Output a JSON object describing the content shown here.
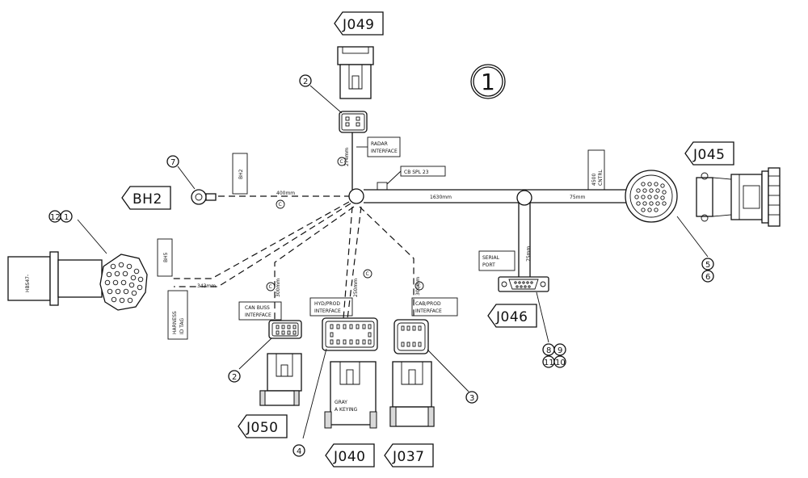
{
  "sheet_callout": "1",
  "connector_tags": {
    "j049": "J049",
    "j045": "J045",
    "j046": "J046",
    "j050": "J050",
    "j040": "J040",
    "j037": "J037",
    "bh2": "BH2"
  },
  "interface_labels": {
    "radar": [
      "RADAR",
      "INTERFACE"
    ],
    "can_buss": [
      "CAN BUSS",
      "INTERFACE"
    ],
    "hyd_prod": [
      "HYD/PROD",
      "INTERFACE"
    ],
    "cab_prod": [
      "CAB/PROD",
      "INTERFACE"
    ],
    "serial_port": [
      "SERIAL",
      "PORT"
    ],
    "harness_id_tag": [
      "HARNESS",
      "ID TAG"
    ],
    "cb_spl": "CB SPL 23",
    "cntrl": [
      "4500",
      "CNTRL"
    ],
    "gray_keying": [
      "GRAY",
      "A KEYING"
    ],
    "tag_bh2": "BH2",
    "tag_bh5": "BH5",
    "hbs": "HBS47-"
  },
  "dimensions": {
    "d400": "400mm",
    "d1630": "1630mm",
    "d75a": "75mm",
    "d75b": "75mm",
    "d343": "343mm",
    "d300a": "300mm",
    "d250": "250mm",
    "d300b": "300mm",
    "d274": "274mm"
  },
  "item_balloons": {
    "b2top": "2",
    "b7": "7",
    "b12": "12",
    "b1": "1",
    "b5": "5",
    "b6": "6",
    "b2bot": "2",
    "b4": "4",
    "b3": "3",
    "b8": "8",
    "b9": "9",
    "b11": "11",
    "b10": "10"
  },
  "clip_symbol": "C"
}
